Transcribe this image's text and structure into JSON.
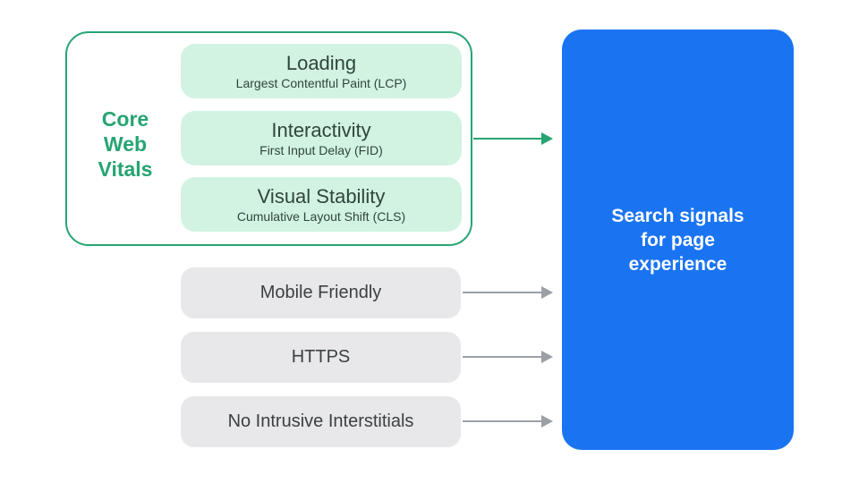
{
  "colors": {
    "accent-green": "#26A472",
    "mint": "#D2F3E2",
    "blue": "#1A74F2",
    "gray-fill": "#E8E8EA",
    "arrow-gray": "#9AA0A6",
    "text-dark": "#3C4043",
    "card-text": "#2F453C",
    "panel-text": "#FFFFFF",
    "background": "#FFFFFF"
  },
  "core_web_vitals": {
    "label_lines": [
      "Core",
      "Web",
      "Vitals"
    ],
    "cards": [
      {
        "title": "Loading",
        "subtitle": "Largest Contentful Paint (LCP)"
      },
      {
        "title": "Interactivity",
        "subtitle": "First Input Delay (FID)"
      },
      {
        "title": "Visual Stability",
        "subtitle": "Cumulative Layout Shift (CLS)"
      }
    ]
  },
  "other_signals": [
    {
      "label": "Mobile Friendly"
    },
    {
      "label": "HTTPS"
    },
    {
      "label": "No Intrusive Interstitials"
    }
  ],
  "result_panel": {
    "lines": [
      "Search signals",
      "for page",
      "experience"
    ]
  }
}
